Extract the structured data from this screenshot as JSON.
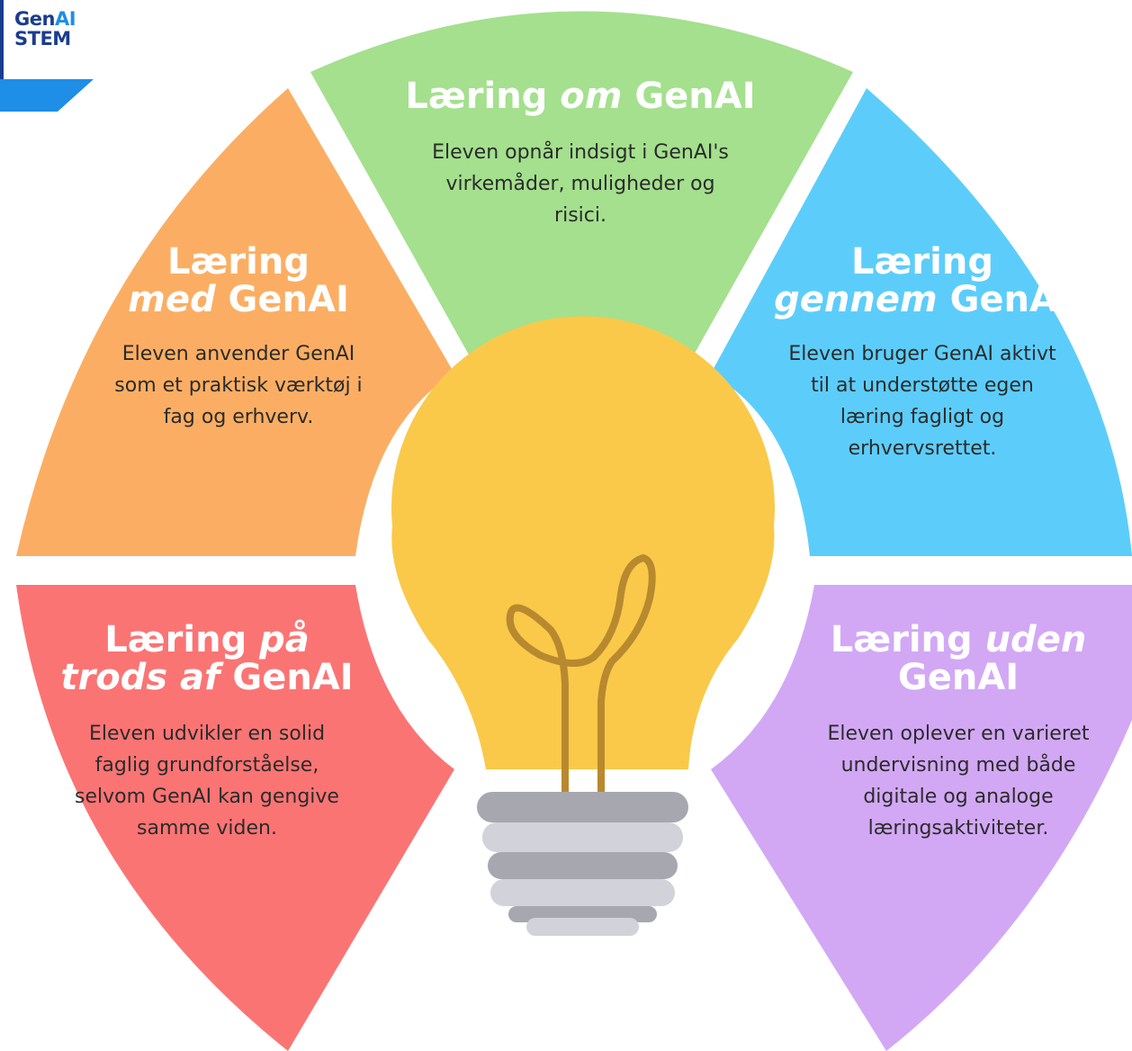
{
  "logo": {
    "line1_a": "Gen",
    "line1_b": "AI",
    "line2": "STEM"
  },
  "segments": [
    {
      "id": "om",
      "title_pre": "Læring ",
      "title_em": "om",
      "title_post": " GenAI",
      "description": "Eleven opnår indsigt i GenAI's virkemåder, muligheder og risici.",
      "color": "#a4e08e"
    },
    {
      "id": "med",
      "title_pre": "Læring ",
      "title_em": "med",
      "title_post": " GenAI",
      "description": "Eleven anvender GenAI som et praktisk værktøj i fag og erhverv.",
      "color": "#fbae63"
    },
    {
      "id": "gennem",
      "title_pre": "Læring ",
      "title_em": "gennem",
      "title_post": " GenAI",
      "description": "Eleven bruger GenAI aktivt til at understøtte egen læring fagligt og erhvervsrettet.",
      "color": "#5ccdfa"
    },
    {
      "id": "paa-trods",
      "title_pre": "Læring ",
      "title_em": "på trods af",
      "title_post": " GenAI",
      "description": "Eleven udvikler en solid faglig grundforståelse, selvom GenAI kan gengive samme viden.",
      "color": "#fb7474"
    },
    {
      "id": "uden",
      "title_pre": "Læring ",
      "title_em": "uden",
      "title_post": " GenAI",
      "description": "Eleven oplever en varieret undervisning med både digitale og analoge læringsaktiviteter.",
      "color": "#d2a8f5"
    }
  ],
  "bulb": {
    "glass_color": "#fac94a",
    "filament_color": "#b8892e",
    "base_dark": "#a7a7b0",
    "base_light": "#d2d2da"
  }
}
